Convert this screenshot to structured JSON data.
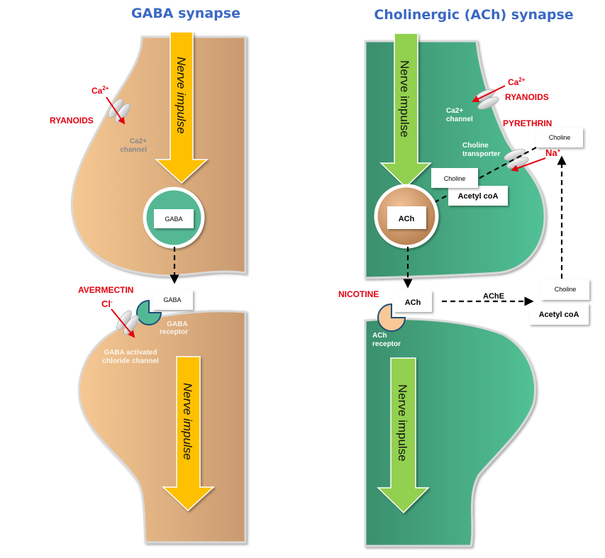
{
  "titles": {
    "gaba": "GABA synapse",
    "ach": "Cholinergic (ACh) synapse"
  },
  "colors": {
    "title": "#3a68c4",
    "insecticide_label": "#e3000f",
    "gaba_neuron": "#e2b285",
    "ach_neuron": "#47ad88",
    "gaba_arrow": "#ffc000",
    "ach_arrow": "#92d050",
    "gaba_vesicle": "#55b894",
    "ach_vesicle": "#d29a68"
  },
  "gaba": {
    "impulse_top": "Nerve impulse",
    "impulse_bottom": "Nerve impulse",
    "ion_ca": "Ca",
    "ion_ca_sup": "2+",
    "ryanoids": "RYANOIDS",
    "ca_channel_line1": "Ca2+",
    "ca_channel_line2": "channel",
    "vesicle_label": "GABA",
    "released_label": "GABA",
    "avermectin": "AVERMECTIN",
    "ion_cl": "Cl",
    "ion_cl_sup": "-",
    "receptor_line1": "GABA",
    "receptor_line2": "receptor",
    "chloride_line1": "GABA activated",
    "chloride_line2": "chloride channel"
  },
  "ach": {
    "impulse_top": "Nerve impulse",
    "impulse_bottom": "Nerve impulse",
    "ion_ca": "Ca",
    "ion_ca_sup": "2+",
    "ryanoids": "RYANOIDS",
    "ca_channel_line1": "Ca2+",
    "ca_channel_line2": "channel",
    "pyrethrin": "PYRETHRIN",
    "choline_top": "Choline",
    "ion_na": "Na",
    "ion_na_sup": "+",
    "transporter_line1": "Choline",
    "transporter_line2": "transporter",
    "choline_inner": "Choline",
    "acetyl_inner": "Acetyl coA",
    "vesicle_label": "ACh",
    "nicotine": "NICOTINE",
    "released_label": "ACh",
    "ache": "AChE",
    "choline_right": "Choline",
    "acetyl_right": "Acetyl coA",
    "receptor_line1": "ACh",
    "receptor_line2": "receptor"
  }
}
